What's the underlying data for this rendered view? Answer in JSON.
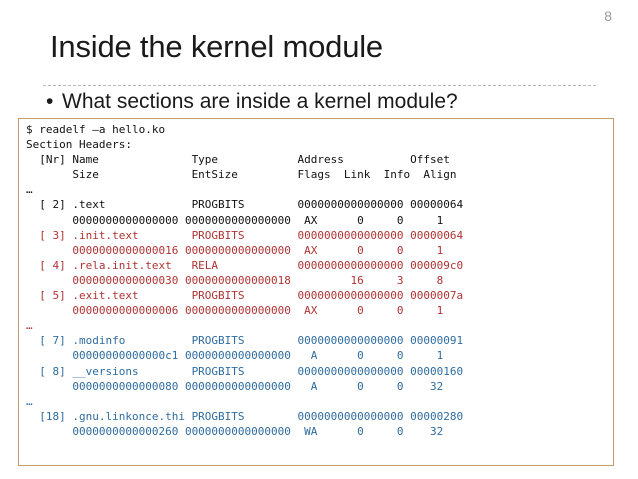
{
  "slide": {
    "page_number": "8",
    "title": "Inside the kernel module",
    "bullet": {
      "marker": "•",
      "text": "What sections are inside a kernel module?"
    }
  },
  "colors": {
    "box_border": "#c89b62",
    "text_black": "#111111",
    "text_red": "#af3333",
    "text_blue": "#2f6c9f",
    "page_number": "#9a9a9a",
    "rule": "#b8b8b8",
    "background": "#ffffff"
  },
  "terminal": {
    "lines": [
      {
        "text": "$ readelf –a hello.ko",
        "color": "black"
      },
      {
        "text": "Section Headers:",
        "color": "black"
      },
      {
        "text": "  [Nr] Name              Type            Address          Offset",
        "color": "black"
      },
      {
        "text": "       Size              EntSize         Flags  Link  Info  Align",
        "color": "black"
      },
      {
        "text": "…",
        "color": "black"
      },
      {
        "text": "  [ 2] .text             PROGBITS        0000000000000000 00000064",
        "color": "black"
      },
      {
        "text": "       0000000000000000 0000000000000000  AX      0     0     1",
        "color": "black"
      },
      {
        "text": "  [ 3] .init.text        PROGBITS        0000000000000000 00000064",
        "color": "red"
      },
      {
        "text": "       0000000000000016 0000000000000000  AX      0     0     1",
        "color": "red"
      },
      {
        "text": "  [ 4] .rela.init.text   RELA            0000000000000000 000009c0",
        "color": "red"
      },
      {
        "text": "       0000000000000030 0000000000000018         16     3     8",
        "color": "red"
      },
      {
        "text": "  [ 5] .exit.text        PROGBITS        0000000000000000 0000007a",
        "color": "red"
      },
      {
        "text": "       0000000000000006 0000000000000000  AX      0     0     1",
        "color": "red"
      },
      {
        "text": "…",
        "color": "red"
      },
      {
        "text": "  [ 7] .modinfo          PROGBITS        0000000000000000 00000091",
        "color": "blue"
      },
      {
        "text": "       00000000000000c1 0000000000000000   A      0     0     1",
        "color": "blue"
      },
      {
        "text": "  [ 8] __versions        PROGBITS        0000000000000000 00000160",
        "color": "blue"
      },
      {
        "text": "       0000000000000080 0000000000000000   A      0     0    32",
        "color": "blue"
      },
      {
        "text": "…",
        "color": "blue"
      },
      {
        "text": "  [18] .gnu.linkonce.thi PROGBITS        0000000000000000 00000280",
        "color": "blue"
      },
      {
        "text": "       0000000000000260 0000000000000000  WA      0     0    32",
        "color": "blue"
      }
    ]
  }
}
